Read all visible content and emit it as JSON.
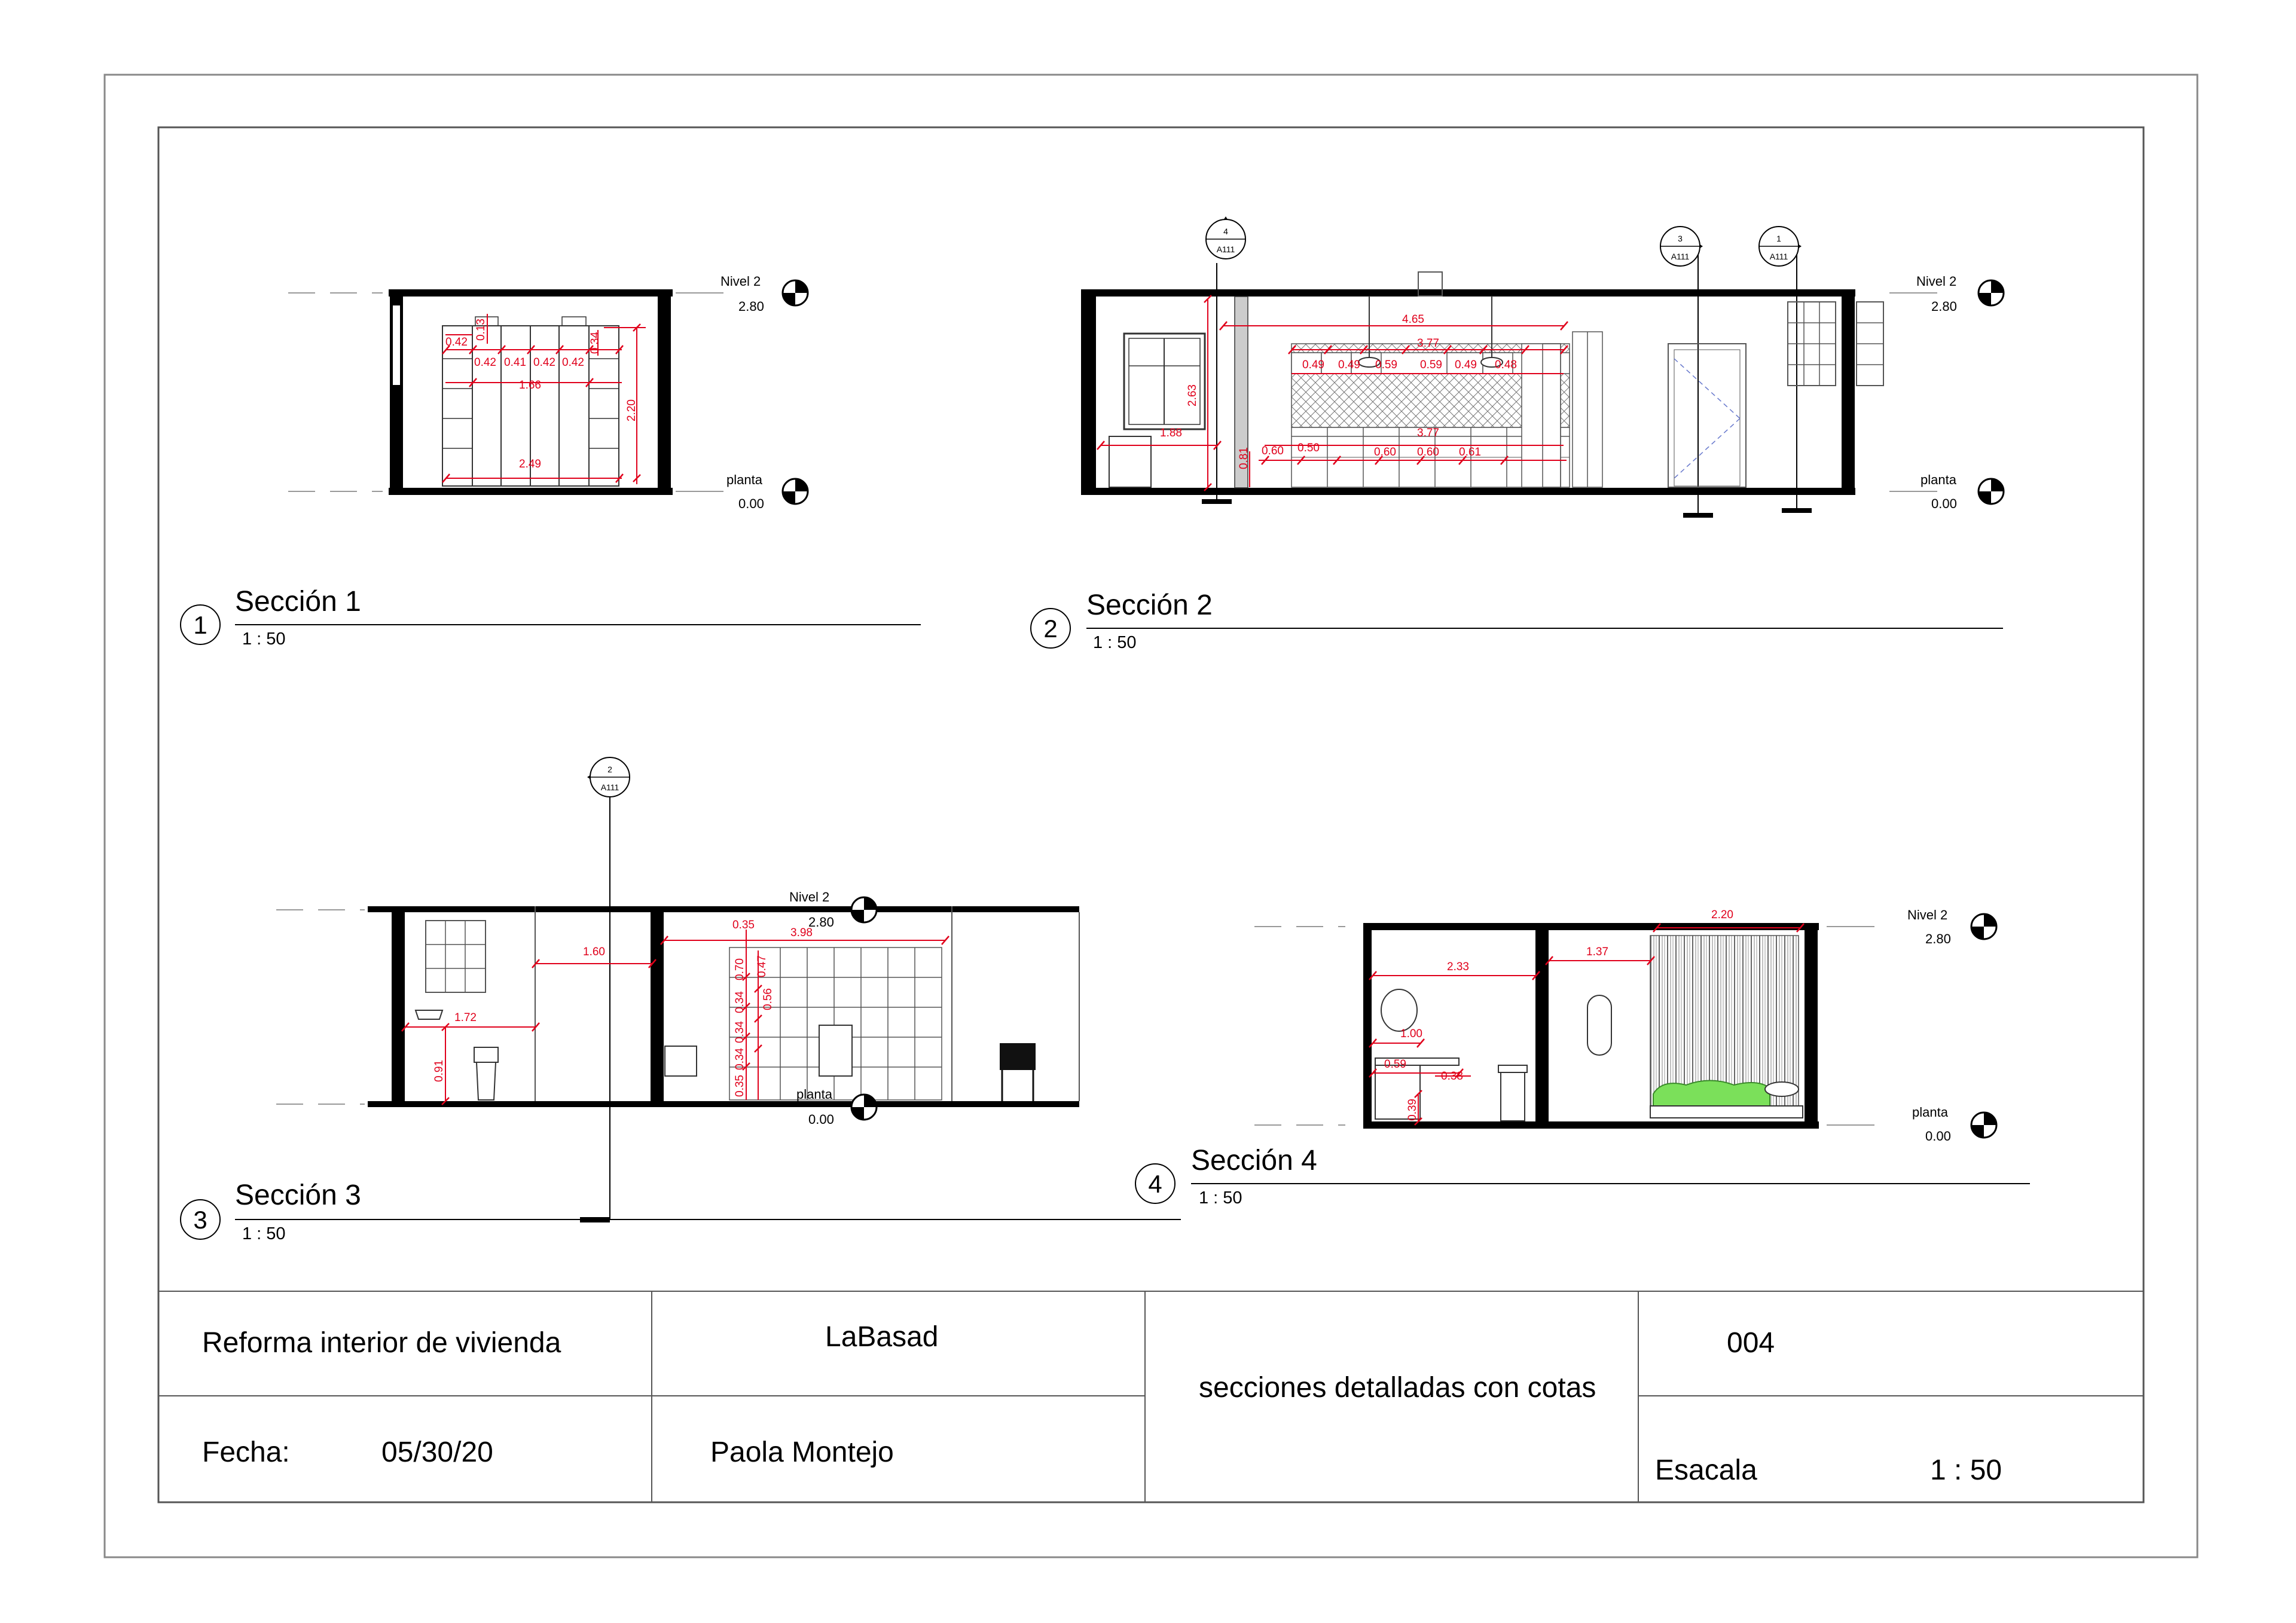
{
  "sections": [
    {
      "number": "1",
      "title": "Sección 1",
      "scale": "1 : 50"
    },
    {
      "number": "2",
      "title": "Sección 2",
      "scale": "1 : 50"
    },
    {
      "number": "3",
      "title": "Sección 3",
      "scale": "1 : 50"
    },
    {
      "number": "4",
      "title": "Sección 4",
      "scale": "1 : 50"
    }
  ],
  "levels": {
    "upper_name": "Nivel 2",
    "upper_value": "2.80",
    "lower_name": "planta",
    "lower_value": "0.00"
  },
  "section_markers": [
    {
      "num": "4",
      "sheet": "A111"
    },
    {
      "num": "3",
      "sheet": "A111"
    },
    {
      "num": "1",
      "sheet": "A111"
    },
    {
      "num": "2",
      "sheet": "A111"
    }
  ],
  "dimensions": {
    "s1": [
      "0.42",
      "0.13",
      "0.42",
      "0.41",
      "0.42",
      "0.42",
      "0.34",
      "1.66",
      "2.20",
      "2.49"
    ],
    "s2": [
      "4.65",
      "3.77",
      "0.49",
      "0.49",
      "0.59",
      "0.59",
      "0.49",
      "0.48",
      "2.63",
      "1.88",
      "3.77",
      "0.81",
      "0.60",
      "0.50",
      "0.60",
      "0.60",
      "0.61"
    ],
    "s3": [
      "0.35",
      "3.98",
      "1.60",
      "0.70",
      "0.47",
      "0.56",
      "0.34",
      "0.34",
      "1.72",
      "0.91",
      "0.35",
      "0.34"
    ],
    "s4": [
      "2.20",
      "2.33",
      "1.37",
      "1.00",
      "0.59",
      "0.38",
      "0.39"
    ]
  },
  "title_block": {
    "project": "Reforma interior de vivienda",
    "company": "LaBasad",
    "description": "secciones detalladas con cotas",
    "sheet_number": "004",
    "date_label": "Fecha:",
    "date_value": "05/30/20",
    "author": "Paola Montejo",
    "scale_label": "Esacala",
    "scale_value": "1 : 50"
  },
  "colors": {
    "dimension": "#e0001b",
    "bed": "#7be05a",
    "line": "#000000"
  }
}
